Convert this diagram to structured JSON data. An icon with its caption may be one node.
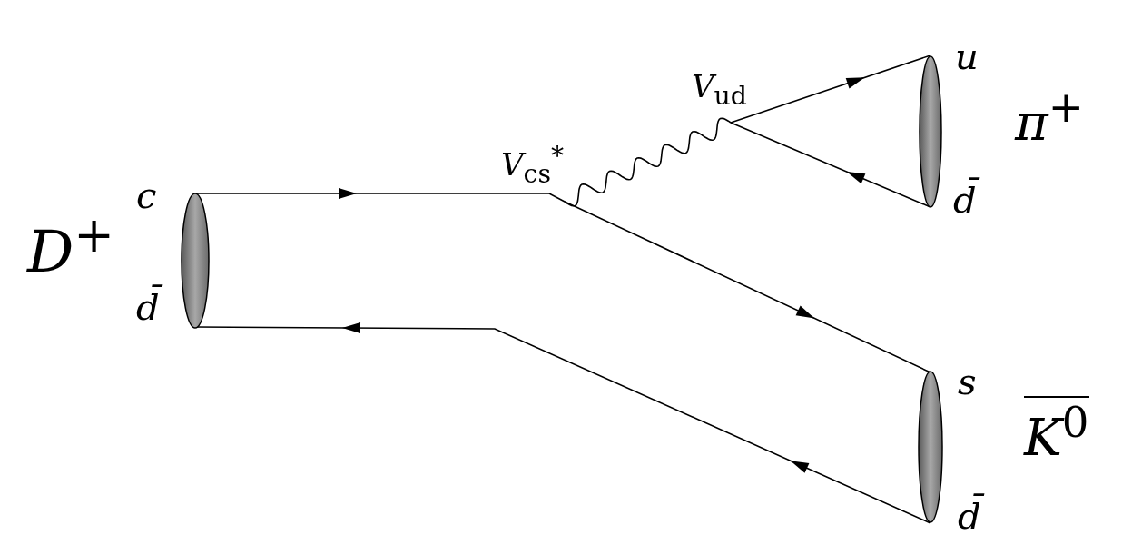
{
  "diagram": {
    "nodes": [
      {
        "text": [],
        "shape": "ellipse",
        "beside": [
          "*D*$^{+}$"
        ]
      },
      {
        "text": [
          "*V*$_{cs}$$^{*}$"
        ]
      },
      {
        "text": [
          "*V*$_{ud}$"
        ]
      },
      {
        "text": [],
        "shape": "ellipse",
        "beside": [
          "*π*$^{+}$"
        ]
      },
      {
        "text": [],
        "shape": "ellipse",
        "beside": [
          "*K*$^{0}$"
        ]
      }
    ],
    "edges": [
      {
        "from": 0,
        "to": 1,
        "arrow": "to"
      },
      {
        "from": 1,
        "to": 4,
        "arrow": "to"
      },
      {
        "from": 4,
        "to": 0,
        "arrow": "to"
      },
      {
        "from": 1,
        "to": 2,
        "arrow": "none"
      },
      {
        "from": 2,
        "to": 3,
        "arrow": "to"
      },
      {
        "from": 3,
        "to": 2,
        "arrow": "to"
      }
    ],
    "labels": [
      "c",
      "d̄",
      "u",
      "d̄",
      "s",
      "d̄"
    ]
  }
}
